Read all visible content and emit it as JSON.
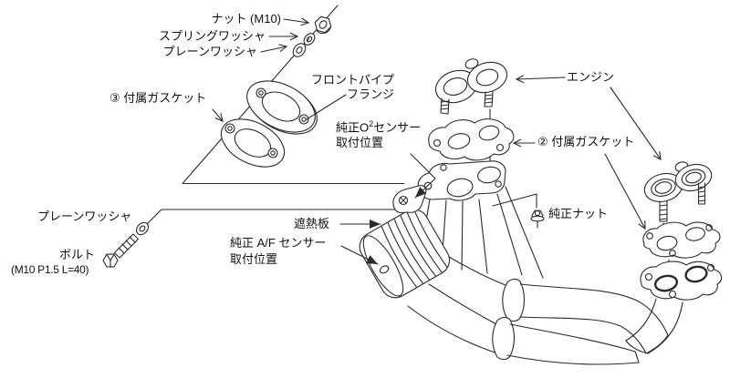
{
  "colors": {
    "line": "#2a2a2a",
    "background": "#ffffff"
  },
  "labels": {
    "nut_m10": "ナット (M10)",
    "spring_washer": "スプリングワッシャ",
    "plain_washer_top": "プレーンワッシャ",
    "gasket3": "③ 付属ガスケット",
    "front_pipe_flange_line1": "フロントパイプ",
    "front_pipe_flange_line2": "フランジ",
    "o2_prefix": "純正O",
    "o2_sup": "2",
    "o2_suffix": "センサー",
    "o2_line2": "取付位置",
    "engine": "エンジン",
    "gasket2": "② 付属ガスケット",
    "oem_nut": "純正ナット",
    "heat_shield": "遮熱板",
    "af_line1": "純正 A/F センサー",
    "af_line2": "取付位置",
    "plain_washer_bottom": "プレーンワッシャ",
    "bolt": "ボルト",
    "bolt_spec": "(M10 P1.5 L=40)"
  }
}
